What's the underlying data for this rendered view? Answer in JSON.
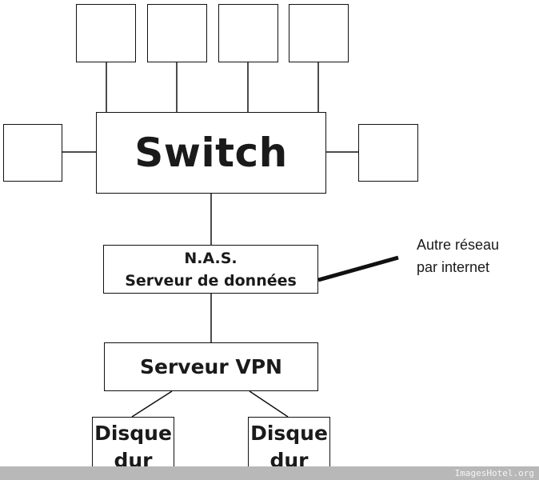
{
  "diagram": {
    "switch_label": "Switch",
    "nas_label": "N.A.S.\nServeur de données",
    "vpn_label": "Serveur VPN",
    "disk_left_label": "Disque\ndur",
    "disk_right_label": "Disque\ndur",
    "external_note": "Autre réseau\npar internet"
  },
  "footer": {
    "watermark": "ImagesHotel.org"
  },
  "colors": {
    "stroke": "#111111",
    "footer_bg": "#b8b8b8",
    "background": "#ffffff"
  }
}
